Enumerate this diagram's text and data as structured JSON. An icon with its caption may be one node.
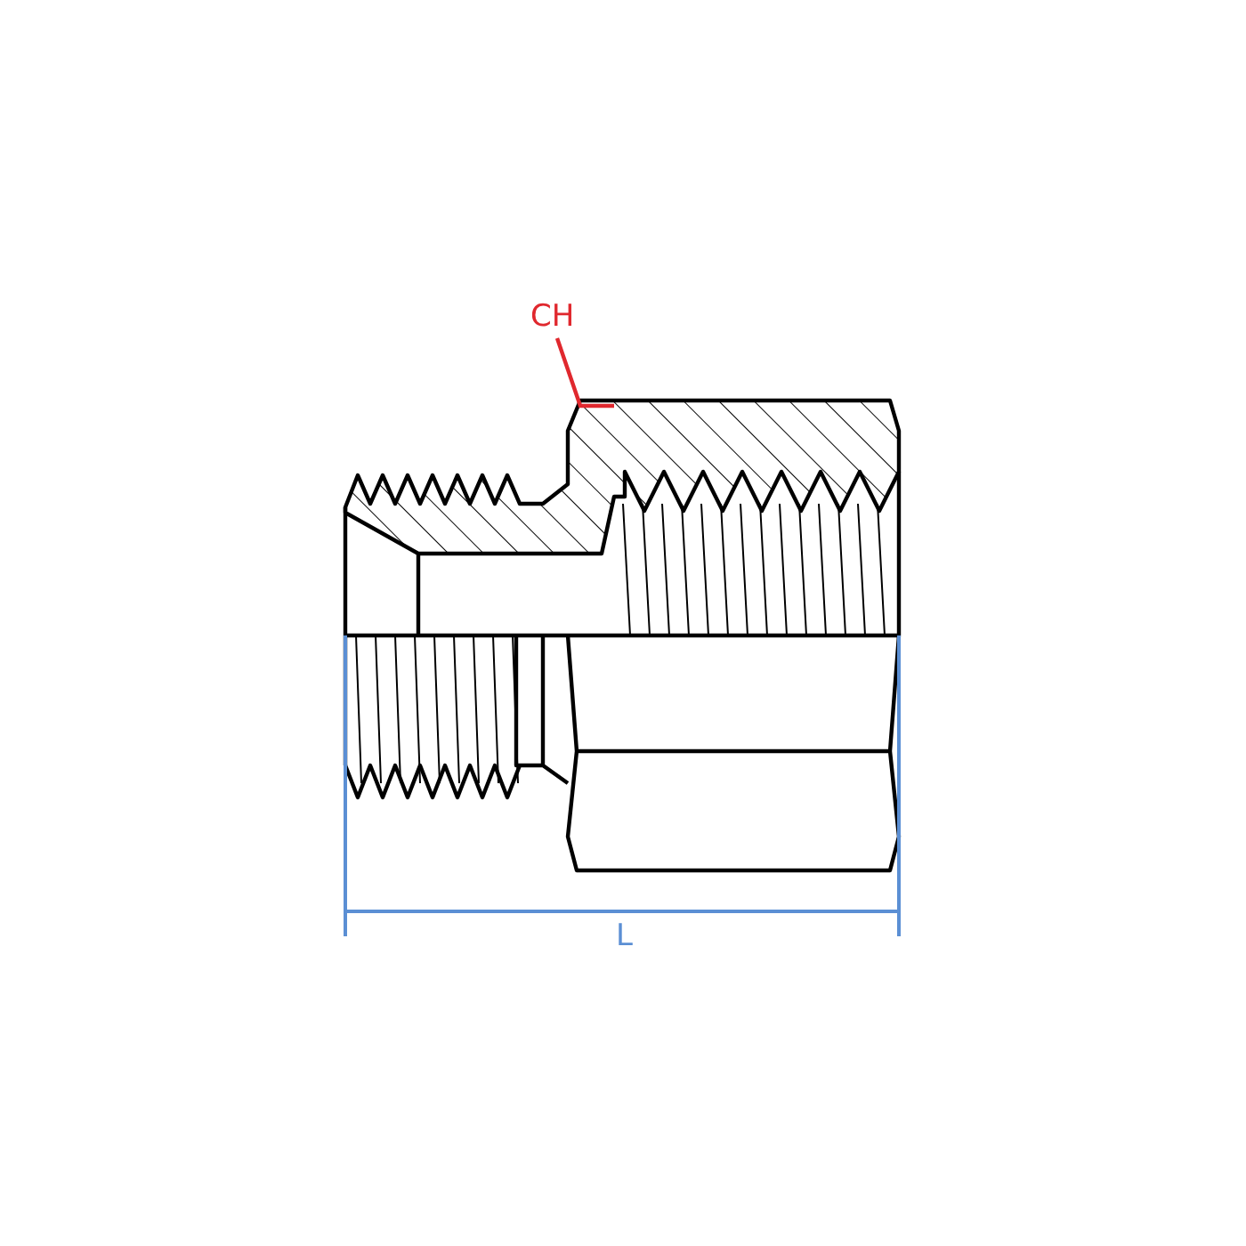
{
  "diagram": {
    "nodes": [
      {
        "text": [
          "CH"
        ]
      },
      {
        "text": [],
        "shape": "picture"
      }
    ],
    "edges": [
      {
        "from": 0,
        "to": 1,
        "arrow": "none",
        "color": "#e0282e"
      }
    ],
    "labels": [
      "L"
    ]
  }
}
